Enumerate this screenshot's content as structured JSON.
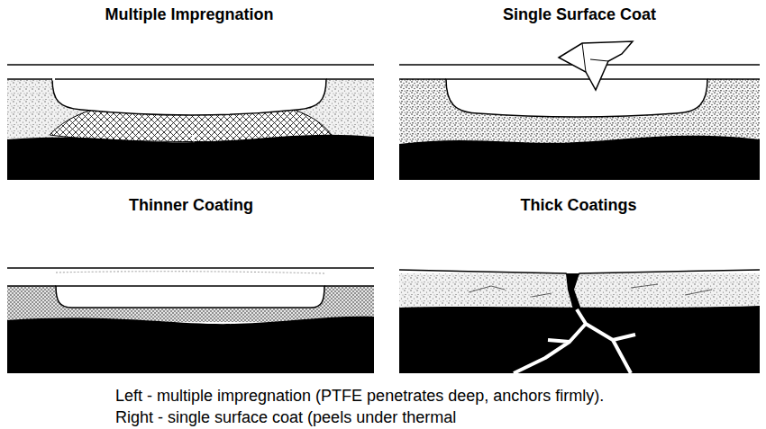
{
  "diagram": {
    "labels": [
      "Multiple Impregnation",
      "Single Surface Coat",
      "Thinner Coating",
      "Thick Coatings",
      "Left - multiple impregnation (PTFE penetrates deep, anchors firmly).",
      "Right - single surface coat (peels under thermal"
    ]
  }
}
